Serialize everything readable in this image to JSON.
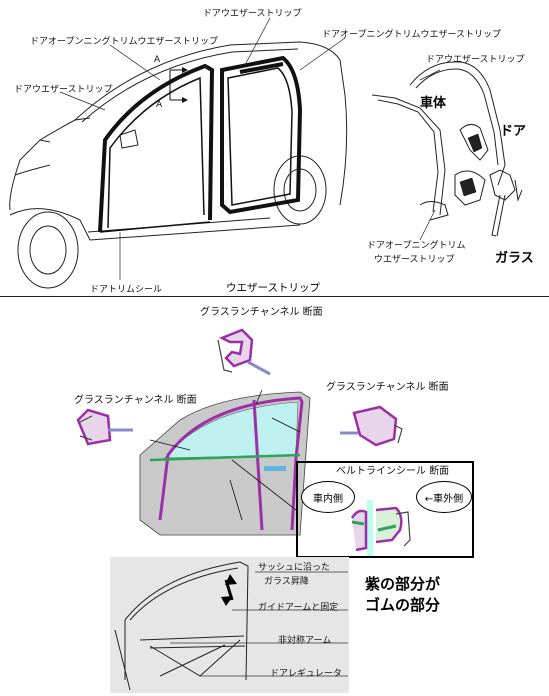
{
  "top": {
    "labels": {
      "door_weatherstrip_top": "ドアウエザーストリップ",
      "opening_trim_left": "ドアオープンニングトリムウエザーストリップ",
      "opening_trim_right": "ドアオープニングトリムウエザーストリップ",
      "door_weatherstrip_left": "ドアウエザーストリップ",
      "door_trim_seal": "ドアトリムシール",
      "caption": "ウエザーストリップ",
      "section_a1": "A",
      "section_a2": "A",
      "xsec_door_weatherstrip": "ドアウエザーストリップ",
      "xsec_body": "車体",
      "xsec_door": "ドア",
      "xsec_glass": "ガラス",
      "xsec_opening_trim_line1": "ドアオープニングトリム",
      "xsec_opening_trim_line2": "ウエザーストリップ"
    }
  },
  "bottom": {
    "labels": {
      "glass_run_top": "グラスランチャンネル 断面",
      "glass_run_left": "グラスランチャンネル 断面",
      "glass_run_right": "グラスランチャンネル 断面",
      "beltline_title": "ベルトラインシール 断面",
      "inside": "車内側",
      "outside": "←車外側",
      "sash_line1": "サッシュに沿った",
      "sash_line2": "ガラス昇降",
      "guide_arm": "ガイドアームと固定",
      "asym_arm": "非対称アーム",
      "regulator": "ドアレギュレータ",
      "note_line1": "紫の部分が",
      "note_line2": "ゴムの部分"
    },
    "colors": {
      "rubber": "#9b2fa6",
      "glass": "#bff0f0",
      "belt": "#2aa55a",
      "door_body": "#c9c9c9"
    }
  }
}
